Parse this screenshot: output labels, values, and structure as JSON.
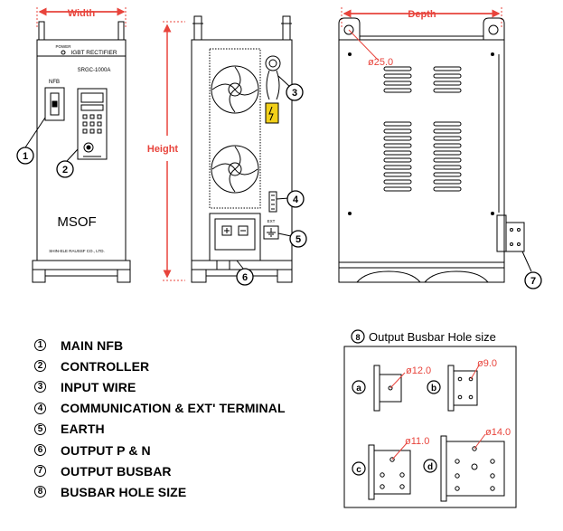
{
  "dimensions": {
    "width": "Width",
    "height": "Height",
    "depth": "Depth"
  },
  "front_panel": {
    "power_label": "POWER",
    "title_plate": "IGBT RECTIFIER",
    "model": "SRGC-1000A",
    "nfb_label": "NFB",
    "brand": "MSOF",
    "maker": "SHIN-ELE RAUSSF CO., LTD."
  },
  "side_panel": {
    "ext_label": "EXT"
  },
  "back_panel": {
    "hole_dim": "ø25.0"
  },
  "callouts": [
    "1",
    "2",
    "3",
    "4",
    "5",
    "6",
    "7",
    "8"
  ],
  "legend": [
    {
      "num": "1",
      "text": "MAIN NFB"
    },
    {
      "num": "2",
      "text": "CONTROLLER"
    },
    {
      "num": "3",
      "text": "INPUT WIRE"
    },
    {
      "num": "4",
      "text": "COMMUNICATION & EXT' TERMINAL"
    },
    {
      "num": "5",
      "text": "EARTH"
    },
    {
      "num": "6",
      "text": "OUTPUT  P & N"
    },
    {
      "num": "7",
      "text": "OUTPUT BUSBAR"
    },
    {
      "num": "8",
      "text": "BUSBAR HOLE SIZE"
    }
  ],
  "hole_size": {
    "num": "8",
    "title": "Output Busbar Hole size",
    "items": [
      {
        "letter": "a",
        "dim": "ø12.0"
      },
      {
        "letter": "b",
        "dim": "ø9.0"
      },
      {
        "letter": "c",
        "dim": "ø11.0"
      },
      {
        "letter": "d",
        "dim": "ø14.0"
      }
    ]
  },
  "colors": {
    "dimension_red": "#e8443c",
    "line": "#000000",
    "warning_yellow": "#f2d01a"
  }
}
